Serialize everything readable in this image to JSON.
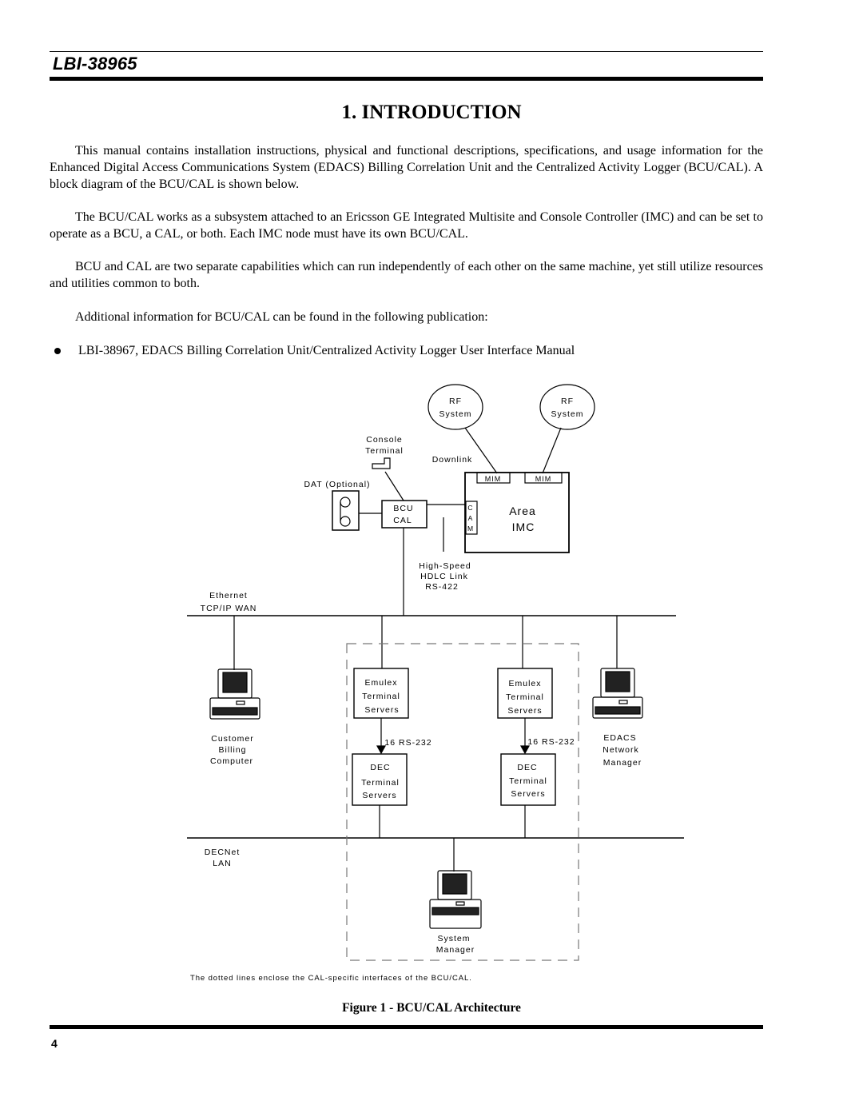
{
  "header": {
    "doc_id": "LBI-38965"
  },
  "section": {
    "title": "1.  INTRODUCTION"
  },
  "paragraphs": [
    "This manual contains installation instructions, physical and functional descriptions, specifications, and usage information for the Enhanced Digital Access Communications System (EDACS) Billing Correlation Unit and the Centralized Activity Logger (BCU/CAL).  A block diagram of the BCU/CAL is shown below.",
    "The BCU/CAL works as a subsystem attached to an Ericsson GE Integrated Multisite and Console Controller (IMC) and can be set to operate as a BCU, a CAL, or both.  Each IMC node must have its own BCU/CAL.",
    "BCU and CAL are two separate capabilities which can run independently of each other on the same machine, yet still utilize resources and utilities common to both.",
    "Additional information for BCU/CAL can be found in the following publication:"
  ],
  "bullets": [
    "LBI-38967, EDACS Billing Correlation Unit/Centralized Activity Logger User Interface Manual"
  ],
  "diagram": {
    "rf_system_1": [
      "RF",
      "System"
    ],
    "rf_system_2": [
      "RF",
      "System"
    ],
    "console_terminal": [
      "Console",
      "Terminal"
    ],
    "downlink": "Downlink",
    "dat": "DAT (Optional)",
    "mim_1": "MIM",
    "mim_2": "MIM",
    "bcu_cal": [
      "BCU",
      "CAL"
    ],
    "cam": [
      "C",
      "A",
      "M"
    ],
    "area_imc": [
      "Area",
      "IMC"
    ],
    "hdlc": [
      "High-Speed",
      "HDLC Link",
      "RS-422"
    ],
    "ethernet": [
      "Ethernet",
      "TCP/IP WAN"
    ],
    "emulex_1": [
      "Emulex",
      "Terminal",
      "Servers"
    ],
    "emulex_2": [
      "Emulex",
      "Terminal",
      "Servers"
    ],
    "rs232_1": "16 RS-232",
    "rs232_2": "16 RS-232",
    "dec_1": [
      "DEC",
      "Terminal",
      "Servers"
    ],
    "dec_2": [
      "DEC",
      "Terminal",
      "Servers"
    ],
    "customer_billing": [
      "Customer",
      "Billing",
      "Computer"
    ],
    "edacs_manager": [
      "EDACS",
      "Network",
      "Manager"
    ],
    "decnet": [
      "DECNet",
      "LAN"
    ],
    "system_manager": [
      "System",
      "Manager"
    ],
    "note": "The dotted lines enclose the CAL-specific interfaces of the BCU/CAL."
  },
  "figure": {
    "caption": "Figure 1 - BCU/CAL Architecture"
  },
  "footer": {
    "page_number": "4"
  }
}
